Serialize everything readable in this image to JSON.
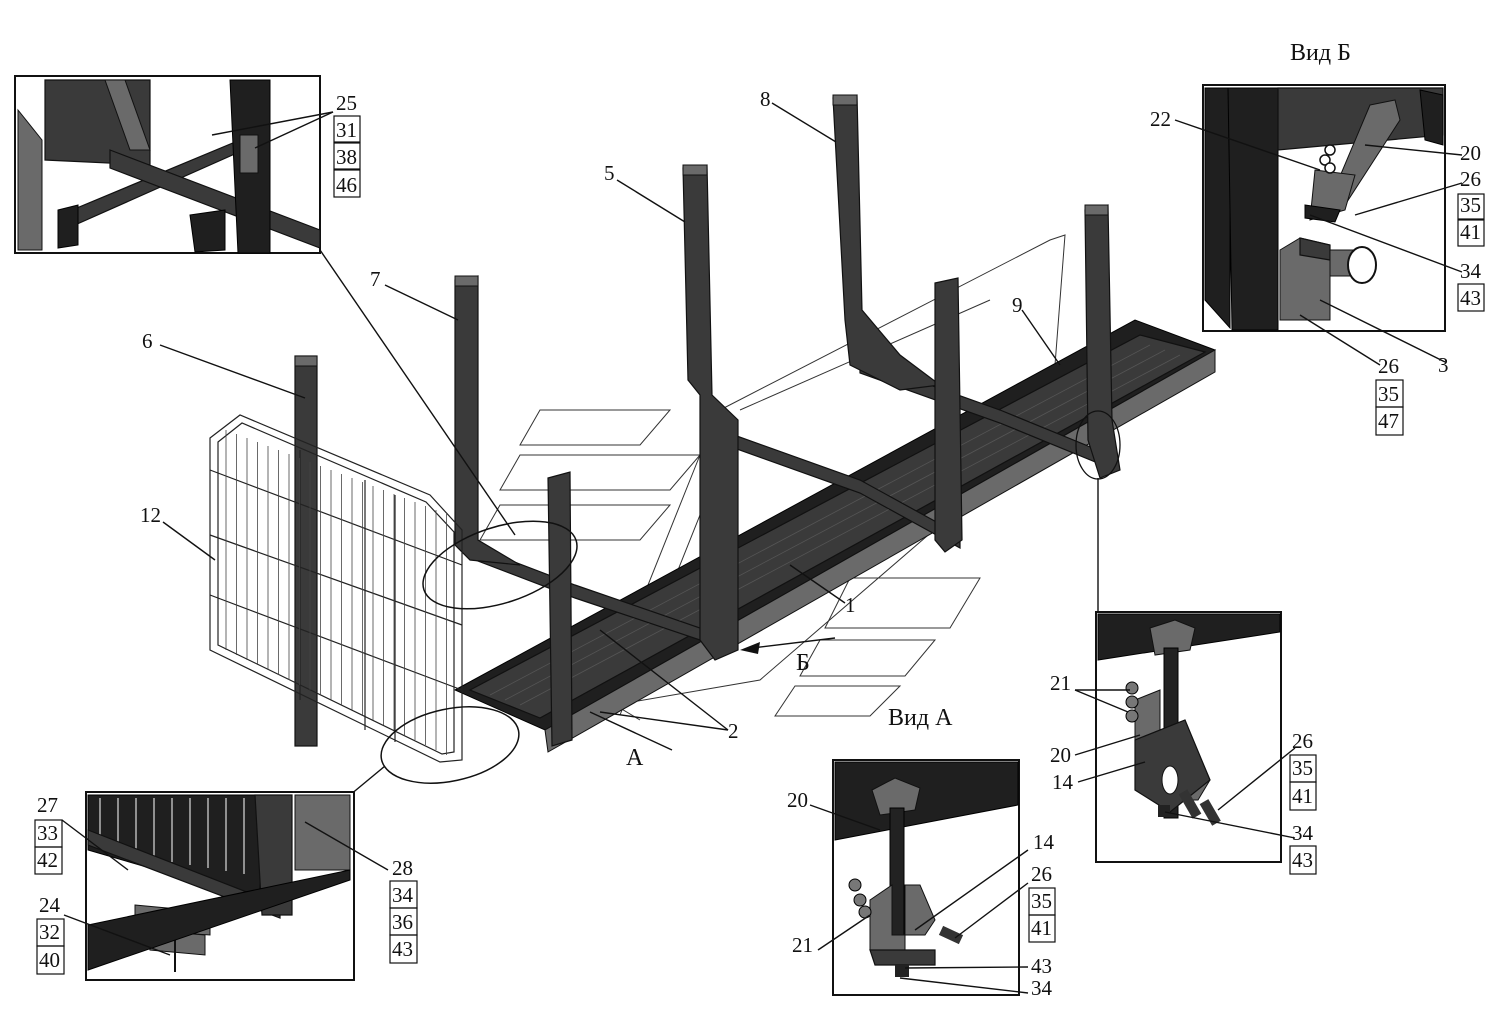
{
  "views": {
    "view_b_title": "Вид Б",
    "view_a_title": "Вид А",
    "marker_a": "А",
    "marker_b": "Б"
  },
  "main_labels": {
    "p1": "1",
    "p2": "2",
    "p5": "5",
    "p6": "6",
    "p7": "7",
    "p8": "8",
    "p9": "9",
    "p12": "12"
  },
  "inset_top_left": {
    "stack": [
      "25",
      "31",
      "38",
      "46"
    ]
  },
  "inset_bottom_left": {
    "stack_27": [
      "27",
      "33",
      "42"
    ],
    "stack_24": [
      "24",
      "32",
      "40"
    ],
    "stack_28": [
      "28",
      "34",
      "36",
      "43"
    ]
  },
  "view_b": {
    "l22": "22",
    "l20": "20",
    "stack_26a": [
      "26",
      "35",
      "41"
    ],
    "stack_34": [
      "34",
      "43"
    ],
    "l3": "3",
    "stack_26b": [
      "26",
      "35",
      "47"
    ]
  },
  "inset_right": {
    "l21": "21",
    "l20": "20",
    "l14": "14",
    "stack_26": [
      "26",
      "35",
      "41"
    ],
    "stack_34": [
      "34",
      "43"
    ]
  },
  "view_a": {
    "l20": "20",
    "l21": "21",
    "l14": "14",
    "stack_26": [
      "26",
      "35",
      "41"
    ],
    "l43": "43",
    "l34": "34"
  }
}
